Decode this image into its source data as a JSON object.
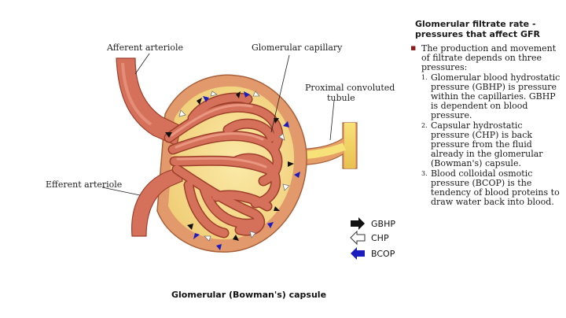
{
  "diagram": {
    "labels": {
      "afferent": "Afferent arteriole",
      "efferent": "Efferent arteriole",
      "glomerular_capillary": "Glomerular capillary",
      "pct_line1": "Proximal convoluted",
      "pct_line2": "tubule",
      "caption": "Glomerular (Bowman's) capsule"
    },
    "legend": [
      {
        "key": "GBHP",
        "color": "#111111",
        "icon": "black-arrow-icon"
      },
      {
        "key": "CHP",
        "color": "#ffffff",
        "icon": "white-arrow-icon"
      },
      {
        "key": "BCOP",
        "color": "#1d1dbf",
        "icon": "blue-arrow-icon"
      }
    ],
    "colors": {
      "vessel": "#d5715a",
      "vessel_dark": "#9e3f2c",
      "capsule_outer": "#e29a6c",
      "capsule_inner": "#f6dd8a",
      "filtrate": "#f0d36b"
    }
  },
  "side": {
    "title": "Glomerular filtrate rate - pressures that affect GFR",
    "intro": "The production and movement of filtrate depends on three pressures:",
    "items": [
      {
        "num": "1.",
        "text": "Glomerular blood hydrostatic pressure (GBHP) is pressure within the capillaries. GBHP is dependent on blood pressure."
      },
      {
        "num": "2.",
        "text": "Capsular hydrostatic pressure (CHP) is back pressure from the fluid already in the glomerular (Bowman's) capsule."
      },
      {
        "num": "3.",
        "text": "Blood colloidal osmotic pressure (BCOP) is the tendency of blood proteins to draw water back into blood."
      }
    ]
  }
}
